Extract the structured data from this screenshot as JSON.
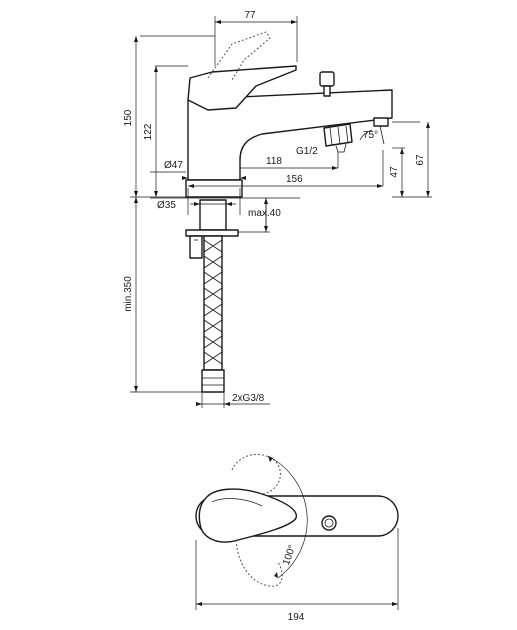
{
  "dimensions": {
    "lever_width": "77",
    "total_height": "150",
    "spout_height": "122",
    "body_diameter": "Ø47",
    "spout_reach_to_connection": "118",
    "spout_reach_total": "156",
    "diverter_thread": "G1/2",
    "diverter_angle": "75°",
    "outlet_height_a": "47",
    "outlet_height_b": "67",
    "mounting_hole": "Ø35",
    "deck_thickness": "max.40",
    "hose_length": "min.350",
    "hose_thread": "2xG3/8",
    "lever_rotation": "100°",
    "overall_length": "194"
  },
  "colors": {
    "line": "#1a1a1a",
    "background": "#ffffff"
  }
}
